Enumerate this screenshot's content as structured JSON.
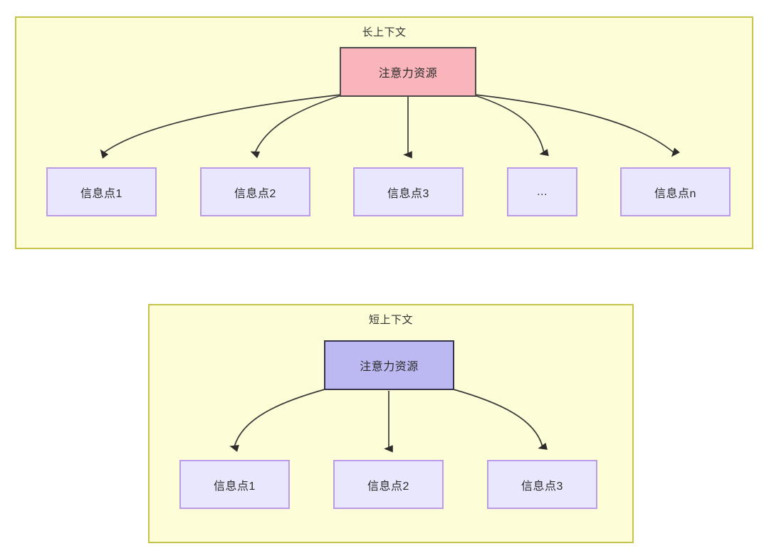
{
  "diagram": {
    "type": "flowchart",
    "panels": [
      {
        "id": "long-context",
        "title": "长上下文",
        "root": {
          "label": "注意力资源",
          "fill": "#f9b5bb",
          "stroke": "#4f4a4a"
        },
        "leaves": [
          {
            "label": "信息点1"
          },
          {
            "label": "信息点2"
          },
          {
            "label": "信息点3"
          },
          {
            "label": "..."
          },
          {
            "label": "信息点n"
          }
        ],
        "edge_count": 5
      },
      {
        "id": "short-context",
        "title": "短上下文",
        "root": {
          "label": "注意力资源",
          "fill": "#bbb8f2",
          "stroke": "#35324a"
        },
        "leaves": [
          {
            "label": "信息点1"
          },
          {
            "label": "信息点2"
          },
          {
            "label": "信息点3"
          }
        ],
        "edge_count": 3
      }
    ],
    "colors": {
      "panel_fill": "#fdfdd8",
      "panel_stroke": "#c6c24a",
      "leaf_fill": "#e9e7fd",
      "leaf_stroke": "#bb9ae8",
      "edge_stroke": "#3b3a38",
      "text": "#2b2b2b"
    }
  }
}
